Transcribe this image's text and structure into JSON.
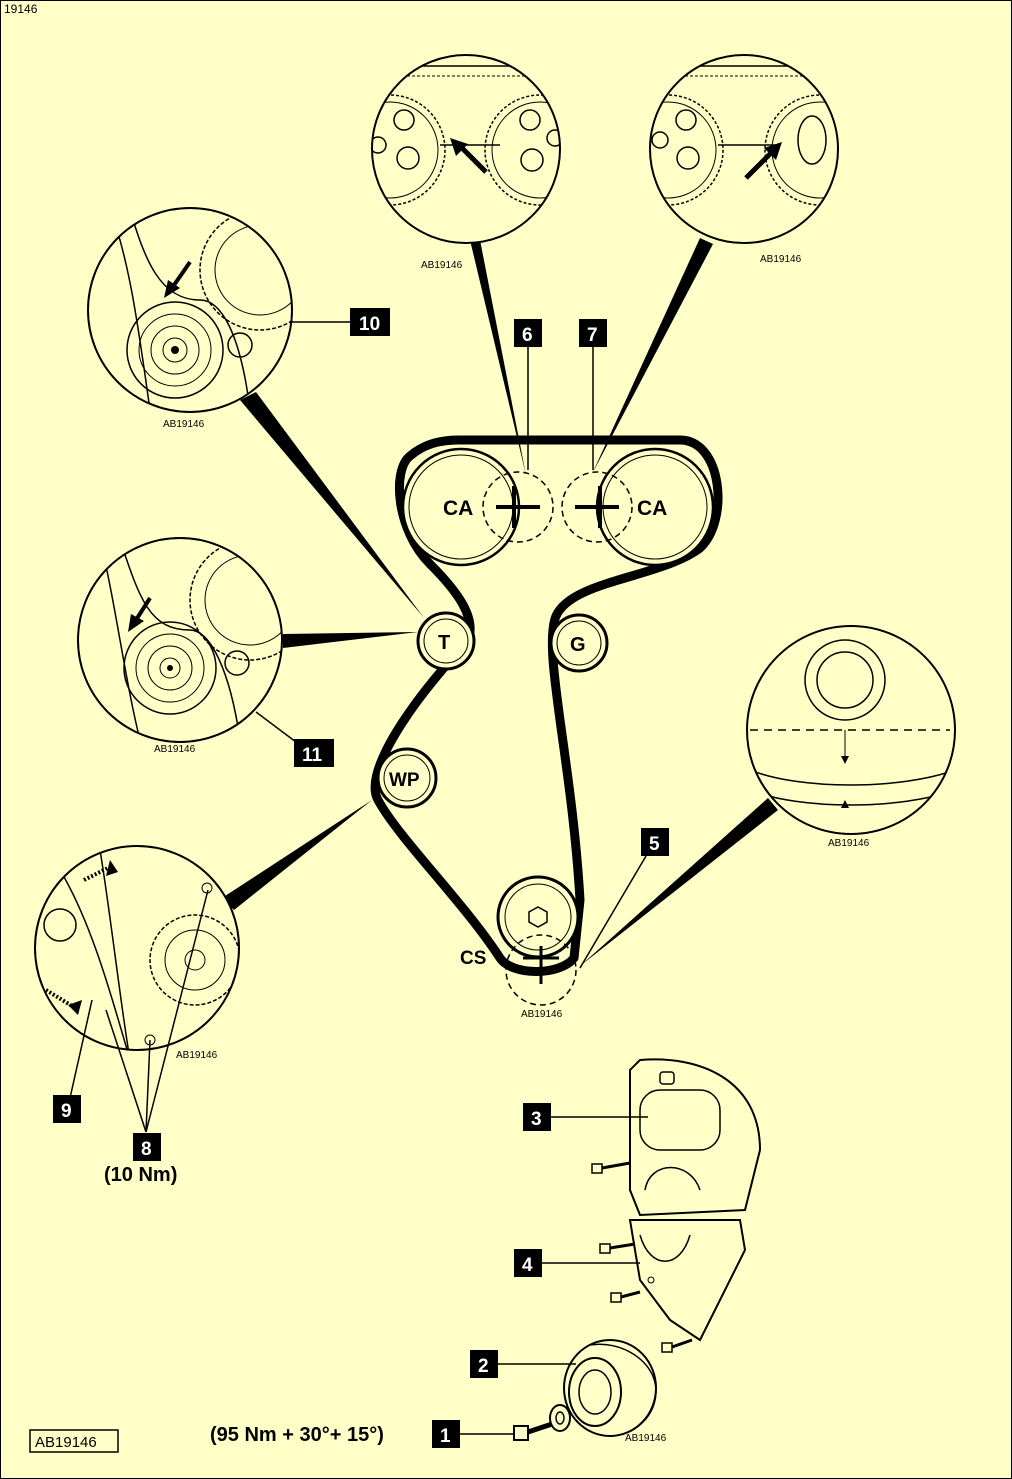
{
  "doc_number": "19146",
  "figure_ref": "AB19146",
  "detail_ref": "AB19146",
  "pulleys": {
    "camshaft_left": "CA",
    "camshaft_right": "CA",
    "tensioner": "T",
    "guide": "G",
    "water_pump": "WP",
    "crankshaft": "CS"
  },
  "callouts": [
    "1",
    "2",
    "3",
    "4",
    "5",
    "6",
    "7",
    "8",
    "9",
    "10",
    "11"
  ],
  "torque_8": "(10 Nm)",
  "torque_1": "(95 Nm + 30°+ 15°)"
}
